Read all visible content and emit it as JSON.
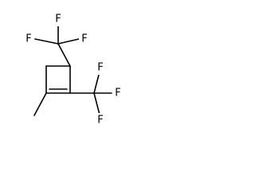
{
  "molecule": {
    "atom_labels": {
      "f_top_left": "F",
      "f_top_center": "F",
      "f_top_right": "F",
      "f_right_top": "F",
      "f_right_mid": "F",
      "f_right_bottom": "F"
    }
  }
}
